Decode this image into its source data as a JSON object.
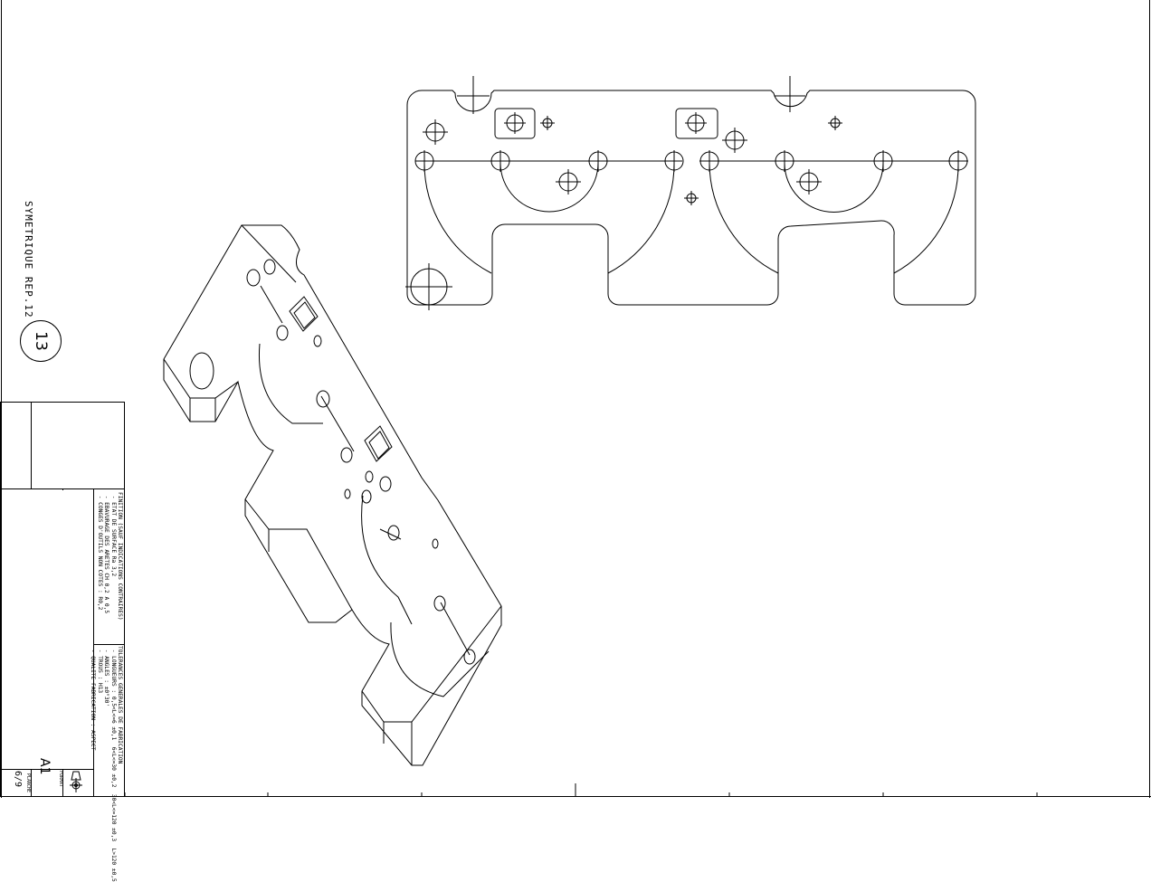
{
  "drawing": {
    "symmetry_note": "SYMETRIQUE REP.12",
    "item_number": "13"
  },
  "title_block": {
    "general_notes": "FINITION (SAUF INDICATIONS CONTRAIRES)\n - ETAT DE SURFACE Ra 3,2\n - EBAVURAGE DES ARETES CH 0,2 A 0,5\n - CONGES D'OUTILS NON COTES : R0,2",
    "tolerance_notes": "TOLERANCES GENERALES DE FABRICATION\n - LONGUEURS : 0,5<L<=6 ±0,1  6<L<=30 ±0,2  30<L<=120 ±0,3  L>120 ±0,5\n - ANGLES : ±0°30'\n - TROUS : H13\n - QUALITE FABRICATION : ASPECT",
    "projection_symbol": "projection-symbol",
    "format_label": "FORMAT",
    "format_value": "A1",
    "planche_label": "PLANCHE",
    "planche_value": "6/9"
  },
  "colors": {
    "line": "#000000",
    "background": "#ffffff"
  }
}
